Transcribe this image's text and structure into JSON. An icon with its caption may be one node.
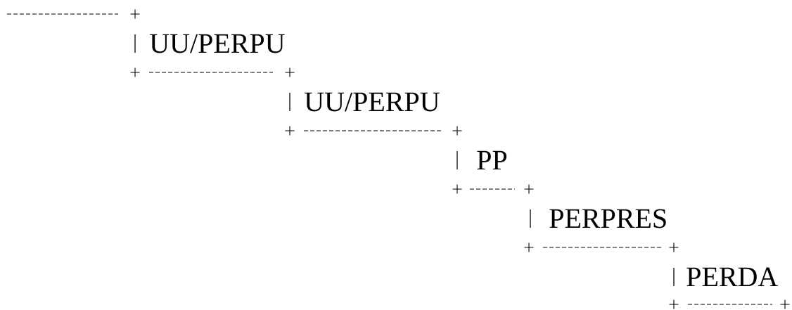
{
  "diagram": {
    "nodes": [
      {
        "text": [
          "UU/PERPU"
        ]
      },
      {
        "text": [
          "UU/PERPU"
        ]
      },
      {
        "text": [
          "PP"
        ]
      },
      {
        "text": [
          "PERPRES"
        ]
      },
      {
        "text": [
          "PERDA"
        ]
      }
    ]
  }
}
